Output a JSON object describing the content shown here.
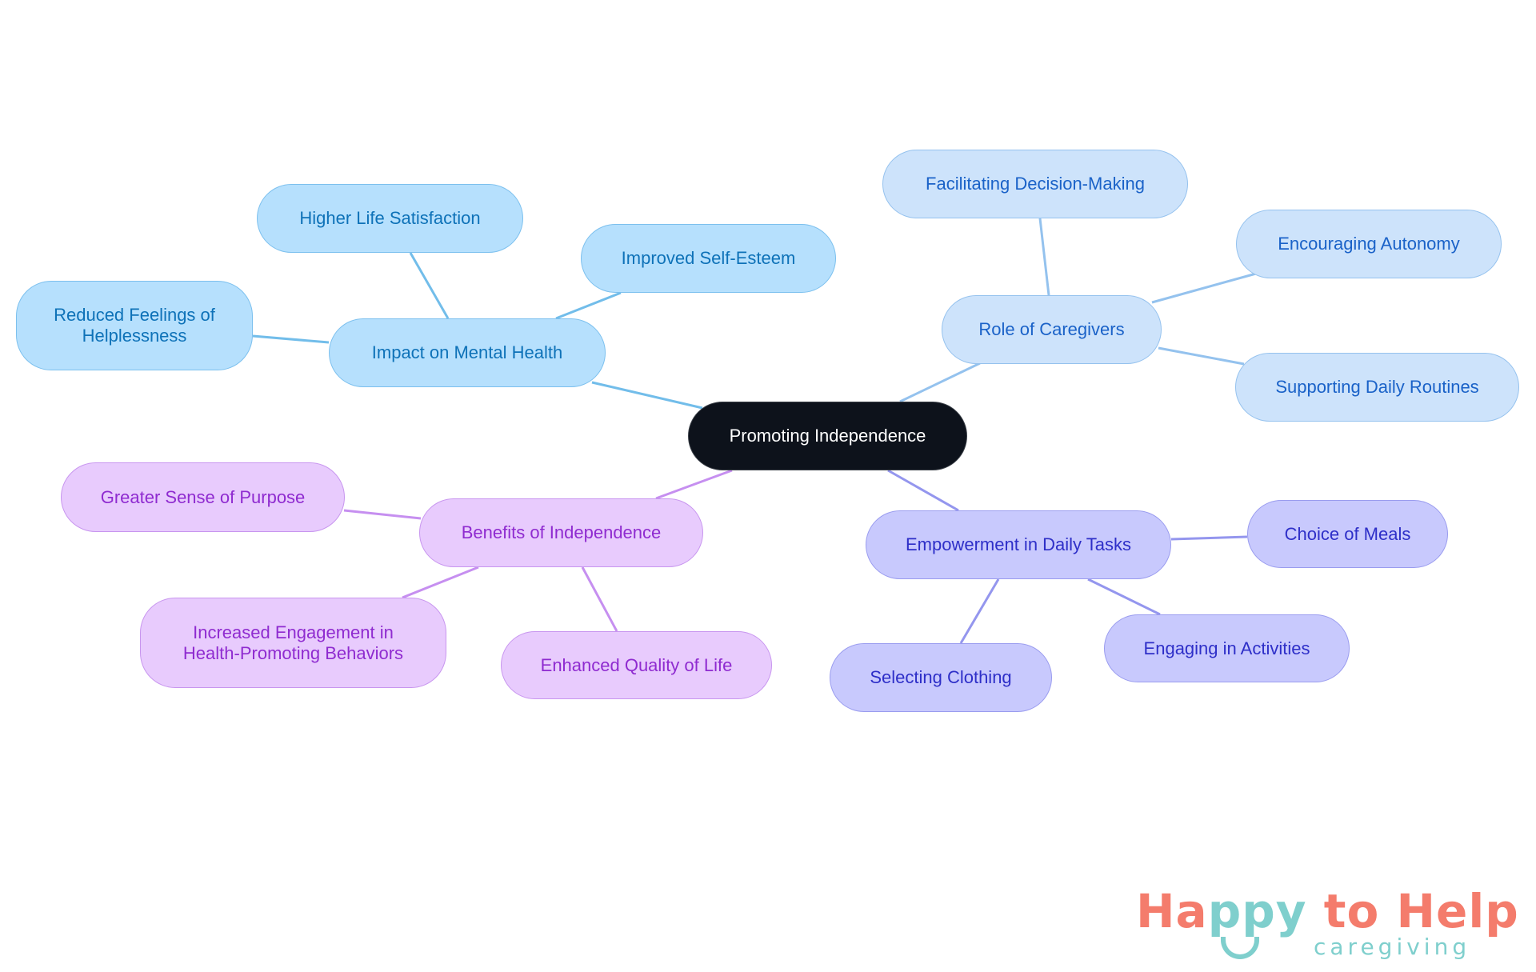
{
  "diagram": {
    "type": "mind-map",
    "root": {
      "id": "root",
      "label": "Promoting Independence"
    },
    "colors": {
      "root_bg": "#0d121b",
      "root_text": "#ffffff",
      "mental_health": {
        "bg": "#b6e0fd",
        "border": "#7cc0ee",
        "text": "#0e72b8",
        "edge": "#72bdea"
      },
      "caregivers": {
        "bg": "#cde3fb",
        "border": "#95c2ee",
        "text": "#1a62c8",
        "edge": "#94c2ee"
      },
      "benefits": {
        "bg": "#e8cbfd",
        "border": "#c896ef",
        "text": "#8f2bd0",
        "edge": "#c68ff0"
      },
      "empowerment": {
        "bg": "#c8c9fd",
        "border": "#9a9cef",
        "text": "#2e2fc8",
        "edge": "#9496ee"
      }
    },
    "branches": [
      {
        "id": "mh",
        "label": "Impact on Mental Health",
        "children": [
          "Higher Life Satisfaction",
          "Improved Self-Esteem",
          "Reduced Feelings of Helplessness"
        ]
      },
      {
        "id": "rc",
        "label": "Role of Caregivers",
        "children": [
          "Facilitating Decision-Making",
          "Encouraging Autonomy",
          "Supporting Daily Routines"
        ]
      },
      {
        "id": "bi",
        "label": "Benefits of Independence",
        "children": [
          "Greater Sense of Purpose",
          "Increased Engagement in Health-Promoting Behaviors",
          "Enhanced Quality of Life"
        ]
      },
      {
        "id": "ed",
        "label": "Empowerment in Daily Tasks",
        "children": [
          "Choice of Meals",
          "Engaging in Activities",
          "Selecting Clothing"
        ]
      }
    ]
  },
  "logo": {
    "title_part1": "Ha",
    "title_part2": "ppy",
    "title_part3": " to Help",
    "subtitle": "caregiving",
    "coral": "#f47c6c",
    "teal": "#7fcfcd"
  }
}
